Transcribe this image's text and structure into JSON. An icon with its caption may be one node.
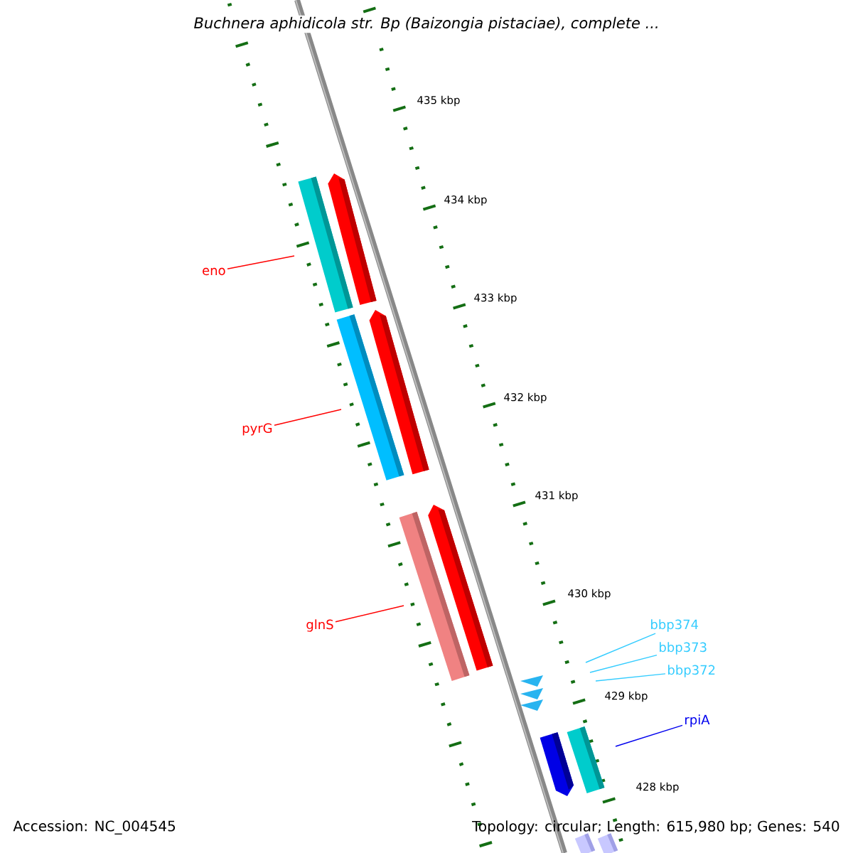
{
  "diagram": {
    "title": "Buchnera aphidicola str. Bp (Baizongia pistaciae), complete ...",
    "nodes": [
      {
        "text": [
          "eno"
        ]
      },
      {
        "text": [
          "pyrG"
        ]
      },
      {
        "text": [
          "glnS"
        ]
      },
      {
        "text": [
          "bbp374"
        ]
      },
      {
        "text": [
          "bbp373"
        ]
      },
      {
        "text": [
          "bbp372"
        ]
      },
      {
        "text": [
          "rpiA"
        ]
      }
    ],
    "edges": [
      {
        "from": 0,
        "to": null,
        "arrow": "none",
        "color": "#ff0000"
      },
      {
        "from": 1,
        "to": null,
        "arrow": "none",
        "color": "#ff0000"
      },
      {
        "from": 2,
        "to": null,
        "arrow": "none",
        "color": "#ff0000"
      },
      {
        "from": 3,
        "to": null,
        "arrow": "none",
        "color": "#33ccff"
      },
      {
        "from": 4,
        "to": null,
        "arrow": "none",
        "color": "#33ccff"
      },
      {
        "from": 5,
        "to": null,
        "arrow": "none",
        "color": "#33ccff"
      },
      {
        "from": 6,
        "to": null,
        "arrow": "none",
        "color": "#0000ee"
      }
    ],
    "labels": [
      "435 kbp",
      "434 kbp",
      "433 kbp",
      "432 kbp",
      "431 kbp",
      "430 kbp",
      "429 kbp",
      "428 kbp",
      "Accession: NC_004545",
      "Topology: circular; Length: 615,980 bp; Genes: 540"
    ]
  }
}
